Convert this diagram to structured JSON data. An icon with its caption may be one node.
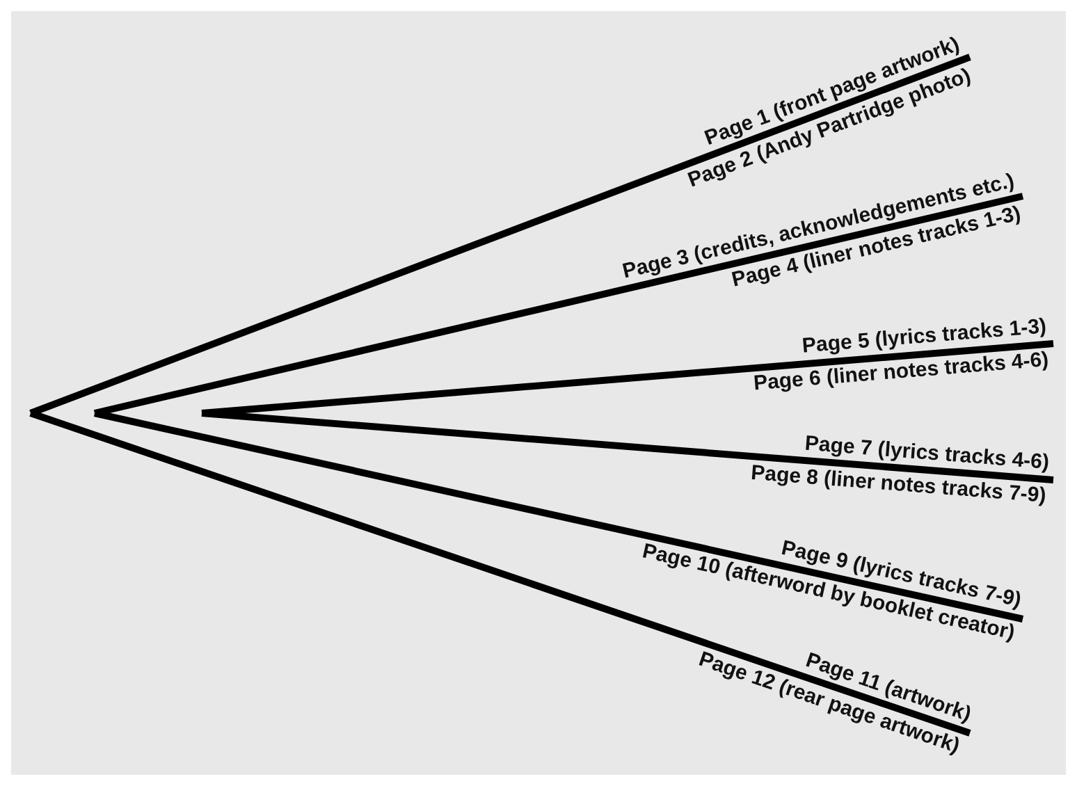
{
  "diagram": {
    "labels": [
      "Page 1 (front page artwork)",
      "Page 2 (Andy Partridge photo)",
      "Page 3 (credits, acknowledgements etc.)",
      "Page 4 (liner notes tracks 1-3)",
      "Page 5 (lyrics tracks 1-3)",
      "Page 6 (liner notes tracks 4-6)",
      "Page 7 (lyrics tracks 4-6)",
      "Page 8 (liner notes tracks 7-9)",
      "Page 9 (lyrics tracks 7-9)",
      "Page 10 (afterword by booklet creator)",
      "Page 11 (artwork)",
      "Page 12 (rear page artwork)"
    ]
  }
}
